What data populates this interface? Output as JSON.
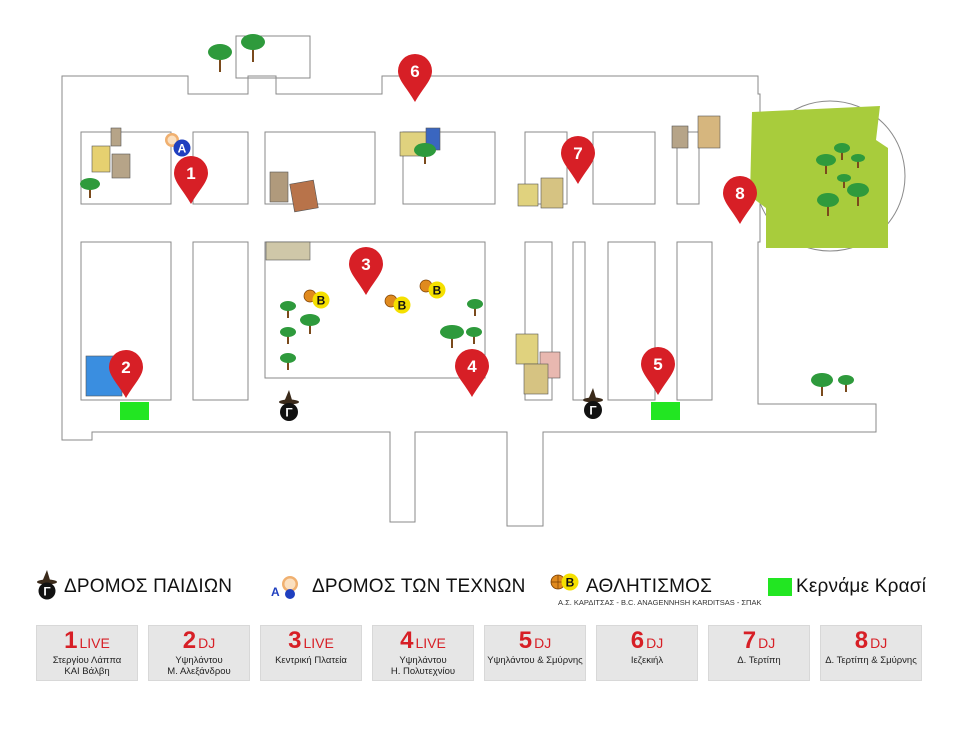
{
  "pins": [
    {
      "number": "1"
    },
    {
      "number": "2"
    },
    {
      "number": "3"
    },
    {
      "number": "4"
    },
    {
      "number": "5"
    },
    {
      "number": "6"
    },
    {
      "number": "7"
    },
    {
      "number": "8"
    }
  ],
  "markers": {
    "children_letter": "Γ",
    "arts_letter": "A",
    "sports_letter": "B"
  },
  "legend": {
    "children": "ΔΡΟΜΟΣ ΠΑΙΔΙΩΝ",
    "arts": "ΔΡΟΜΟΣ ΤΩΝ ΤΕΧΝΩΝ",
    "sports": "ΑΘΛΗΤΙΣΜΟΣ",
    "sports_sub": "Α.Σ. ΚΑΡΔΙΤΣΑΣ - B.C. ANAGENNHSH KARDITSAS - ΣΠΑΚ",
    "wine": "Κερνάμε Κρασί"
  },
  "stations": [
    {
      "num": "1",
      "label": "LIVE",
      "place": "Στεργίου Λάππα\nΚΑΙ Βάλβη"
    },
    {
      "num": "2",
      "label": "DJ",
      "place": "Υψηλάντου\nΜ. Αλεξάνδρου"
    },
    {
      "num": "3",
      "label": "LIVE",
      "place": "Κεντρική Πλατεία"
    },
    {
      "num": "4",
      "label": "LIVE",
      "place": "Υψηλάντου\nΗ. Πολυτεχνίου"
    },
    {
      "num": "5",
      "label": "DJ",
      "place": "Υψηλάντου & Σμύρνης"
    },
    {
      "num": "6",
      "label": "DJ",
      "place": "Ιεζεκιήλ"
    },
    {
      "num": "7",
      "label": "DJ",
      "place": "Δ. Τερτίπη"
    },
    {
      "num": "8",
      "label": "DJ",
      "place": "Δ. Τερτίπη & Σμύρνης"
    }
  ],
  "colors": {
    "pin_red": "#d71f26",
    "wine_green": "#22e622",
    "park_green": "#a8cc3c",
    "tree_green": "#2e9a3c",
    "sports_yellow": "#f5e000",
    "arts_blue": "#1f3fbf"
  }
}
